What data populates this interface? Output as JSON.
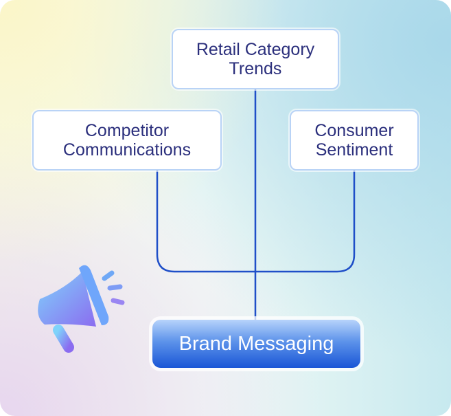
{
  "nodes": {
    "top": "Retail Category Trends",
    "left": "Competitor Communications",
    "right": "Consumer Sentiment",
    "output": "Brand Messaging"
  },
  "colors": {
    "line": "#1f4fc8",
    "text": "#2b2f7c",
    "accent": "#1a56d6"
  },
  "icons": [
    "megaphone-icon"
  ]
}
